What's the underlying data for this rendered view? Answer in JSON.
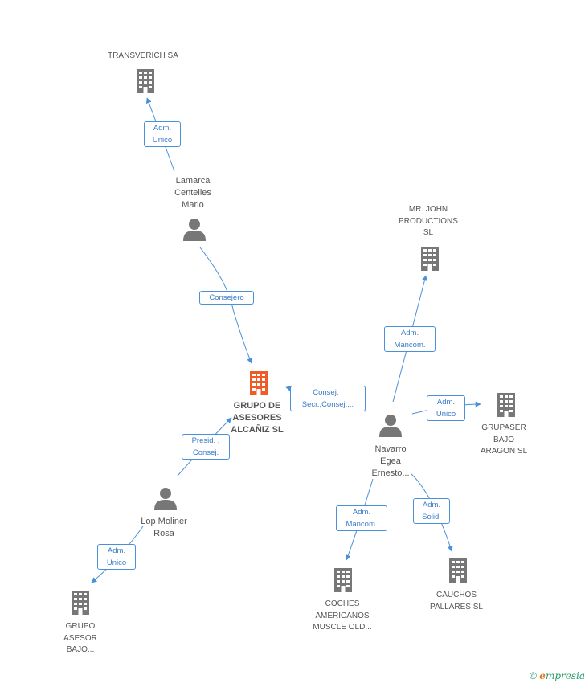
{
  "nodes": {
    "transverich": {
      "type": "company",
      "lines": [
        "TRANSVERICH SA"
      ]
    },
    "lamarca": {
      "type": "person",
      "lines": [
        "Lamarca",
        "Centelles",
        "Mario"
      ]
    },
    "mr_john": {
      "type": "company",
      "lines": [
        "MR. JOHN",
        "PRODUCTIONS",
        "SL"
      ]
    },
    "grupo_asesores": {
      "type": "company_main",
      "lines": [
        "GRUPO DE",
        "ASESORES",
        "ALCAÑIZ SL"
      ]
    },
    "navarro": {
      "type": "person",
      "lines": [
        "Navarro",
        "Egea",
        "Ernesto..."
      ]
    },
    "grupaser": {
      "type": "company",
      "lines": [
        "GRUPASER",
        "BAJO",
        "ARAGON SL"
      ]
    },
    "lop": {
      "type": "person",
      "lines": [
        "Lop Moliner",
        "Rosa"
      ]
    },
    "coches": {
      "type": "company",
      "lines": [
        "COCHES",
        "AMERICANOS",
        "MUSCLE OLD..."
      ]
    },
    "cauchos": {
      "type": "company",
      "lines": [
        "CAUCHOS",
        "PALLARES SL"
      ]
    },
    "grupo_asesor_bajo": {
      "type": "company",
      "lines": [
        "GRUPO",
        "ASESOR",
        "BAJO..."
      ]
    }
  },
  "edges": {
    "lamarca_transverich": {
      "lines": [
        "Adm.",
        "Unico"
      ]
    },
    "lamarca_grupo": {
      "lines": [
        "Consejero"
      ]
    },
    "navarro_grupo": {
      "lines": [
        "Consej. ,",
        "Secr.,Consej...."
      ]
    },
    "navarro_mrjohn": {
      "lines": [
        "Adm.",
        "Mancom."
      ]
    },
    "navarro_grupaser": {
      "lines": [
        "Adm.",
        "Unico"
      ]
    },
    "lop_grupo": {
      "lines": [
        "Presid. ,",
        "Consej."
      ]
    },
    "lop_grupoasesor": {
      "lines": [
        "Adm.",
        "Unico"
      ]
    },
    "navarro_coches": {
      "lines": [
        "Adm.",
        "Mancom."
      ]
    },
    "navarro_cauchos": {
      "lines": [
        "Adm.",
        "Solid."
      ]
    }
  },
  "colors": {
    "edge": "#4a90d9",
    "company": "#777777",
    "company_main": "#f05a24",
    "person": "#777777"
  },
  "footer": {
    "copyright": "©",
    "brand_e": "e",
    "brand_rest": "mpresia"
  }
}
